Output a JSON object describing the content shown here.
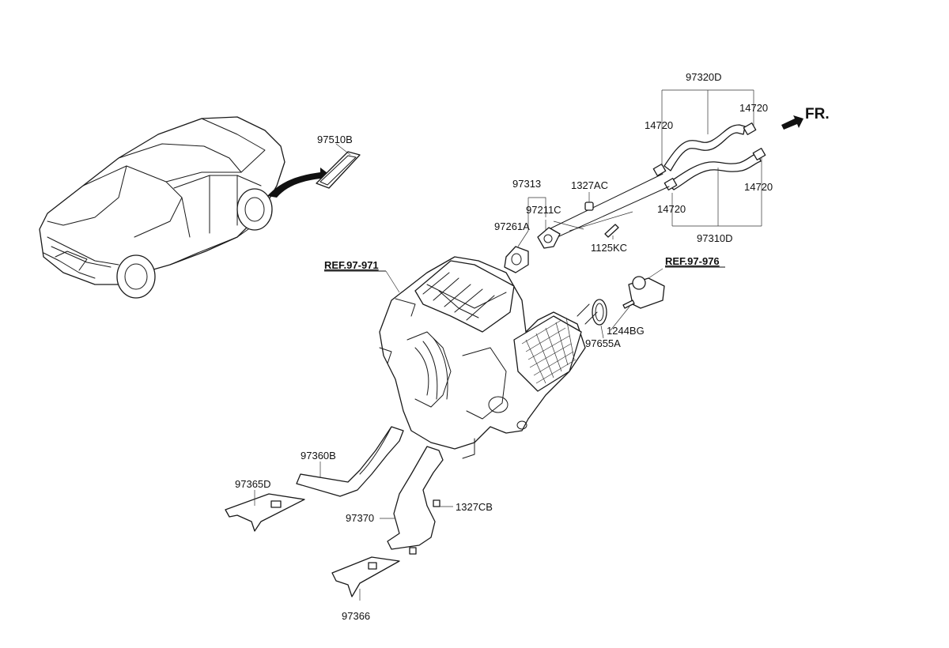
{
  "labels": {
    "p97510B": "97510B",
    "p97313": "97313",
    "p1327AC": "1327AC",
    "p97211C": "97211C",
    "p97261A": "97261A",
    "p1125KC": "1125KC",
    "p97320D": "97320D",
    "p14720_a": "14720",
    "p14720_b": "14720",
    "p14720_c": "14720",
    "p14720_d": "14720",
    "p97310D": "97310D",
    "p1244BG": "1244BG",
    "p97655A": "97655A",
    "p97360B": "97360B",
    "p97365D": "97365D",
    "p97370": "97370",
    "p1327CB": "1327CB",
    "p97366": "97366"
  },
  "refs": {
    "ref_left": "REF.97-971",
    "ref_right": "REF.97-976"
  },
  "front_indicator": "FR."
}
